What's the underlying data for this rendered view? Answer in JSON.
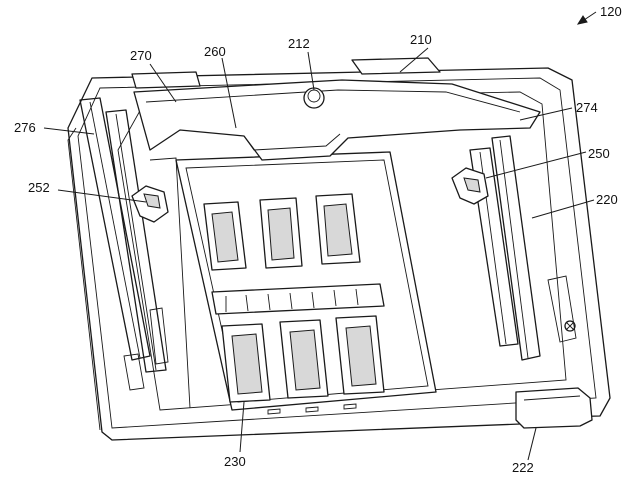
{
  "figure": {
    "reference_numeral": "120",
    "labels": [
      {
        "id": "label-210",
        "text": "210"
      },
      {
        "id": "label-212",
        "text": "212"
      },
      {
        "id": "label-260",
        "text": "260"
      },
      {
        "id": "label-270",
        "text": "270"
      },
      {
        "id": "label-274",
        "text": "274"
      },
      {
        "id": "label-276",
        "text": "276"
      },
      {
        "id": "label-250",
        "text": "250"
      },
      {
        "id": "label-252",
        "text": "252"
      },
      {
        "id": "label-220",
        "text": "220"
      },
      {
        "id": "label-230",
        "text": "230"
      },
      {
        "id": "label-222",
        "text": "222"
      }
    ]
  }
}
